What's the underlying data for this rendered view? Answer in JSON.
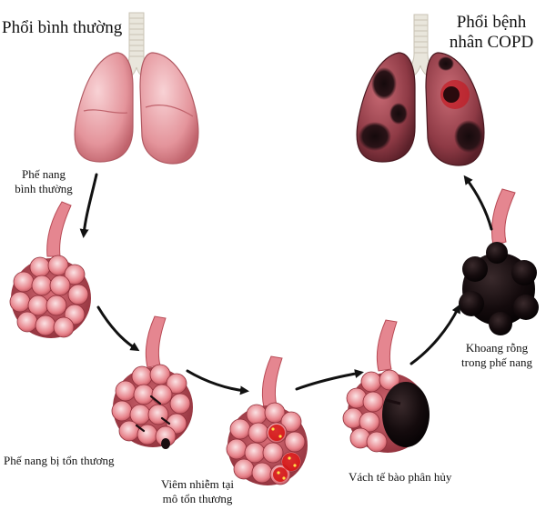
{
  "title_left": "Phổi bình thường",
  "title_right_line1": "Phổi bệnh",
  "title_right_line2": "nhân COPD",
  "stages": {
    "normal_line1": "Phế nang",
    "normal_line2": "bình thường",
    "damaged": "Phế nang bị tổn thương",
    "inflamed_line1": "Viêm nhiễm tại",
    "inflamed_line2": "mô tổn thương",
    "wall_breakdown": "Vách tế bào phân hủy",
    "hollow_line1": "Khoang rỗng",
    "hollow_line2": "trong phế nang"
  },
  "colors": {
    "tissue": "#e7828a",
    "tissue_dark": "#b84a55",
    "lung_normal": "#eba2a8",
    "lung_copd": "#8e3a45",
    "damage": "#1a0d10",
    "inflammation": "#d40d0d",
    "trachea": "#e9e6dc",
    "arrow": "#111111"
  }
}
